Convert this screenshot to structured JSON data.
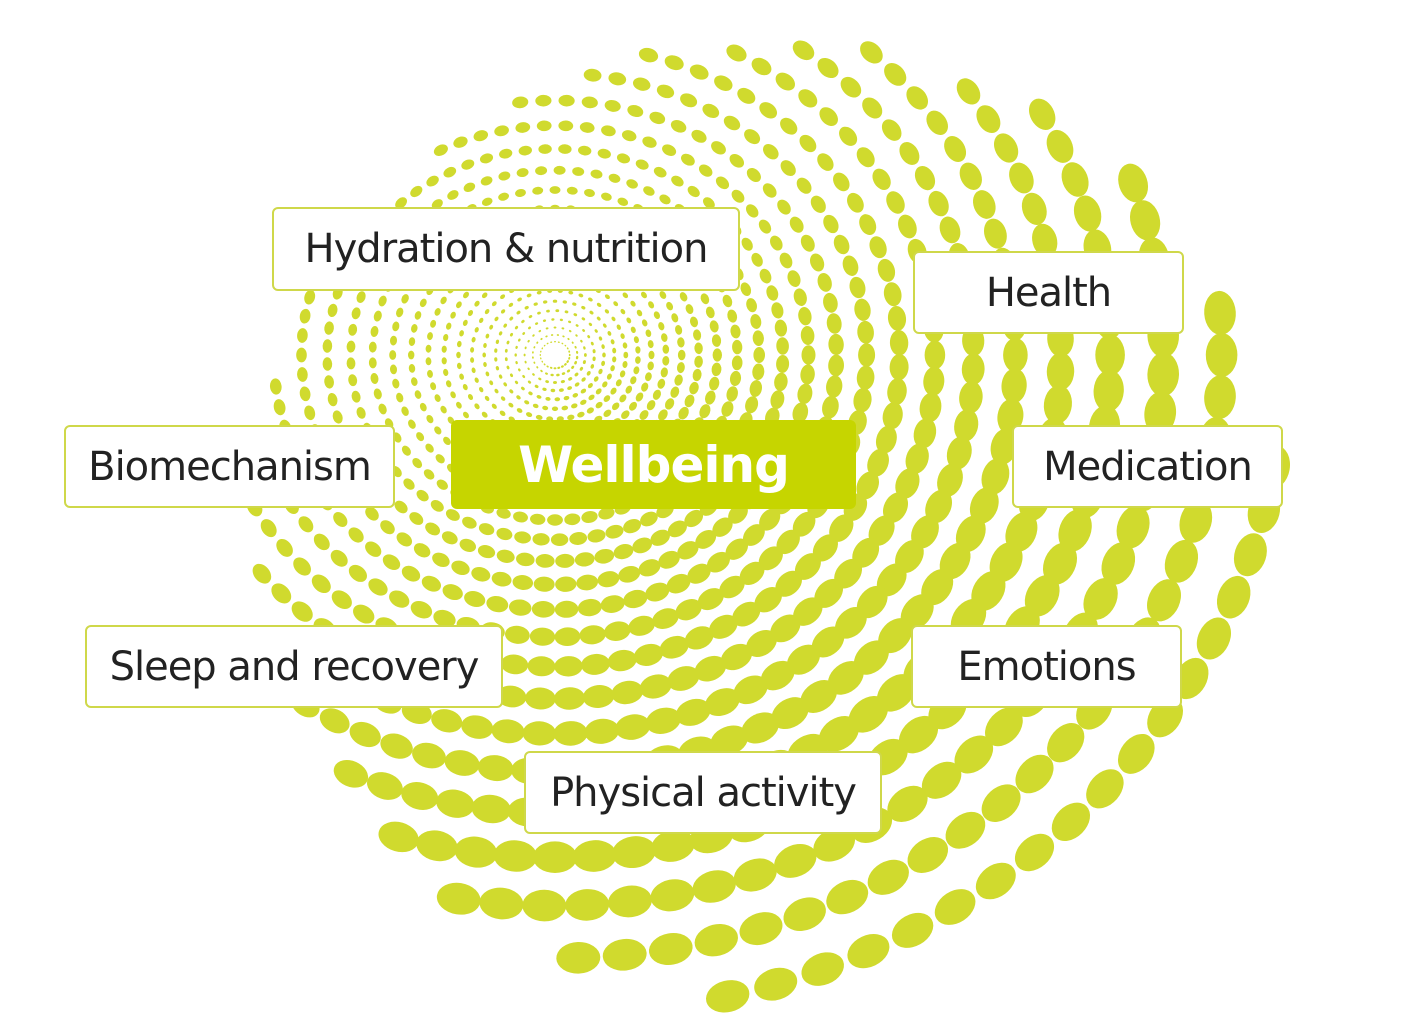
{
  "diagram": {
    "center_label": "Wellbeing",
    "nodes": [
      {
        "id": "hydration",
        "label": "Hydration & nutrition"
      },
      {
        "id": "health",
        "label": "Health"
      },
      {
        "id": "biomechanism",
        "label": "Biomechanism"
      },
      {
        "id": "medication",
        "label": "Medication"
      },
      {
        "id": "sleep",
        "label": "Sleep and recovery"
      },
      {
        "id": "emotions",
        "label": "Emotions"
      },
      {
        "id": "physical",
        "label": "Physical activity"
      }
    ]
  },
  "colors": {
    "accent": "#c6d500",
    "dot": "#d0da2e",
    "border": "#cfd84a",
    "text": "#222222",
    "center_text": "#ffffff",
    "background": "#ffffff"
  }
}
